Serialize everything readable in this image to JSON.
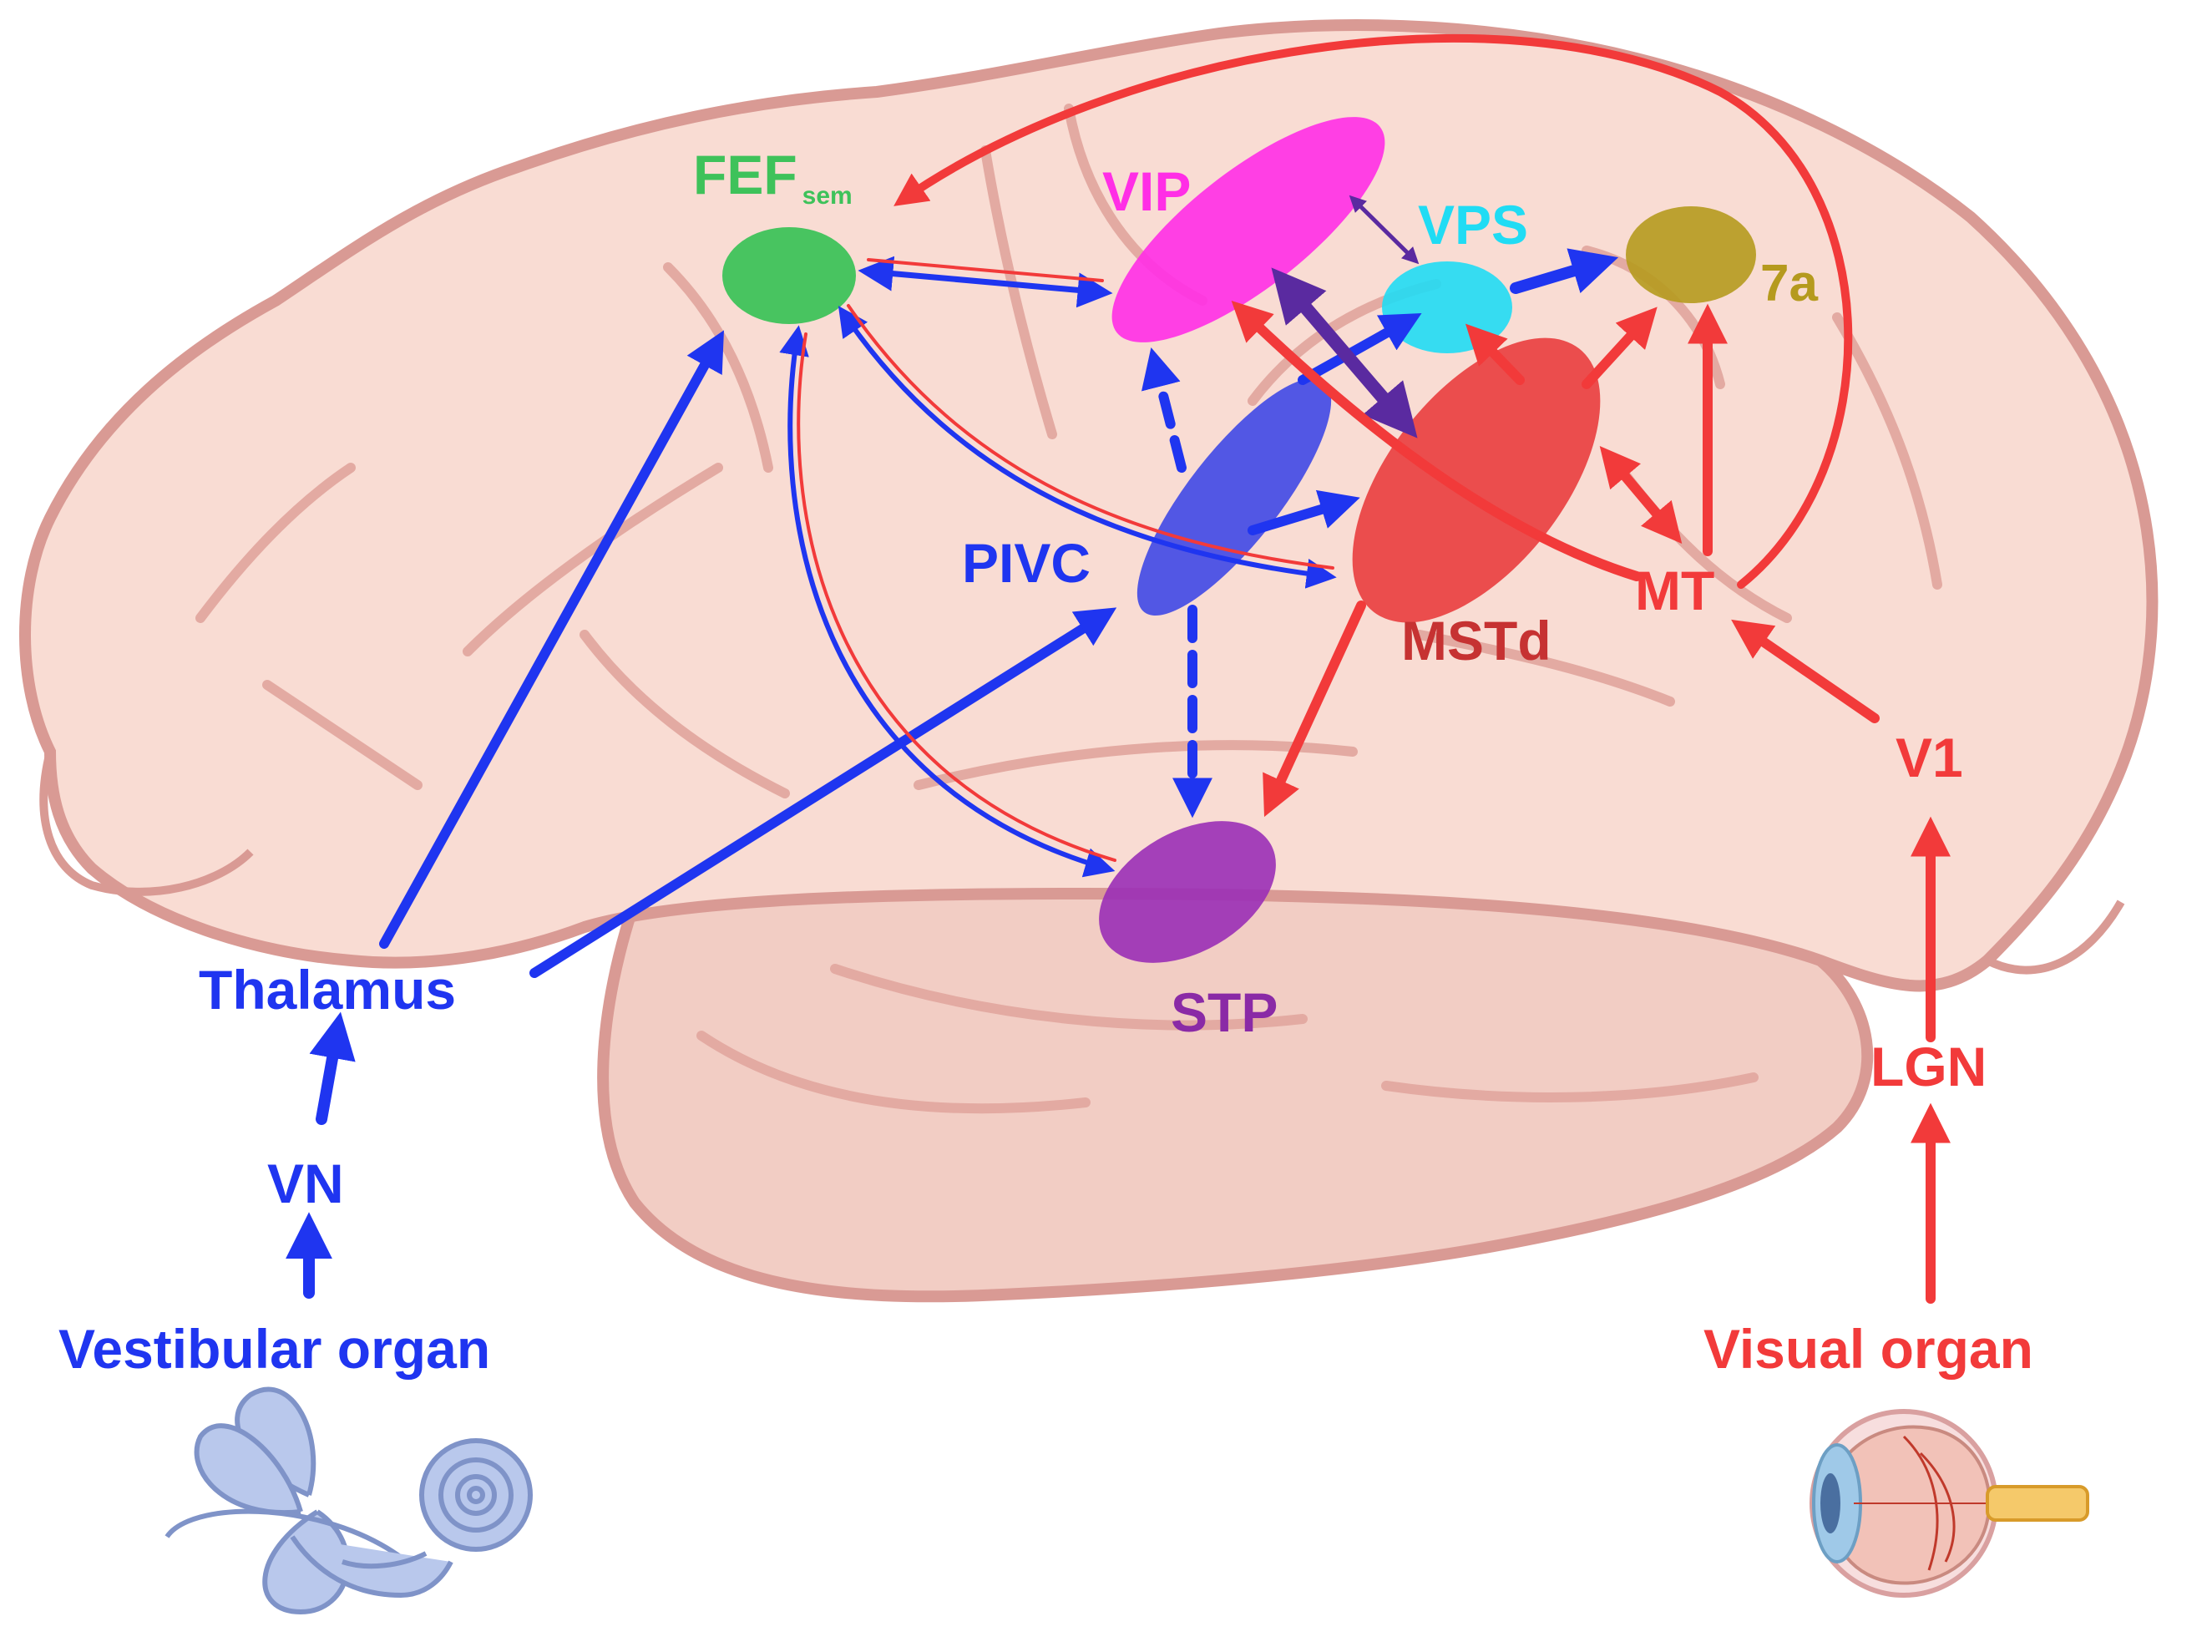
{
  "colors": {
    "vestibular": "#1f35f0",
    "visual": "#f23a3a",
    "brain_fill": "#f9dcd3",
    "brain_stroke": "#d99a94",
    "fef": "#3ec25a",
    "vip": "#ff2ee6",
    "vps": "#20dcf4",
    "area7a": "#b59a1e",
    "pivc": "#3a44e6",
    "mstd": "#e8393a",
    "stp": "#9a2fb6",
    "inner_ear": "#9eb2e0",
    "eye": "#f2c2b8"
  },
  "areas": {
    "fef": {
      "label": "FEF",
      "subscript": "sem"
    },
    "vip": {
      "label": "VIP"
    },
    "vps": {
      "label": "VPS"
    },
    "area7a": {
      "label": "7a"
    },
    "pivc": {
      "label": "PIVC"
    },
    "mstd": {
      "label": "MSTd"
    },
    "mt": {
      "label": "MT"
    },
    "stp": {
      "label": "STP"
    },
    "v1": {
      "label": "V1"
    },
    "lgn": {
      "label": "LGN"
    },
    "thalamus": {
      "label": "Thalamus"
    },
    "vn": {
      "label": "VN"
    }
  },
  "inputs": {
    "vestibular": {
      "label": "Vestibular organ",
      "icon": "inner-ear-icon"
    },
    "visual": {
      "label": "Visual organ",
      "icon": "eye-icon"
    }
  }
}
